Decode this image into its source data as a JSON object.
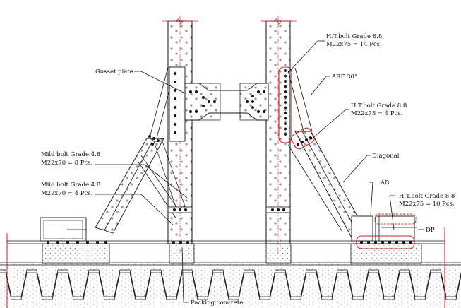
{
  "labels": {
    "gusset_plate": "Gusset plate",
    "ht_bolt_top_1": "H.T.bolt Grade 8.8",
    "ht_bolt_top_2": "M22x75 = 14 Pcs.",
    "arf": "ARF 30°",
    "ht_bolt_mid_1": "H.T.bolt Grade 8.8",
    "ht_bolt_mid_2": "M22x75 = 4 Pcs.",
    "diagonal": "Diagonal",
    "mild_bolt_a_1": "Mild bolt Grade 4.8",
    "mild_bolt_a_2": "M22x70 = 8 Pcs.",
    "mild_bolt_b_1": "Mild bolt Grade 4.8",
    "mild_bolt_b_2": "M22x70 = 4 Pcs.",
    "ab": "AB",
    "ht_bolt_base_1": "H.T.bolt Grade 8.8",
    "ht_bolt_base_2": "M22x75 = 10 Pcs.",
    "dp": "DP",
    "packing_concrete": "Packing concrete"
  },
  "colors": {
    "line": "#111111",
    "highlight": "#d32020",
    "concrete_dot": "#6a6a6a",
    "fill": "#ffffff"
  }
}
